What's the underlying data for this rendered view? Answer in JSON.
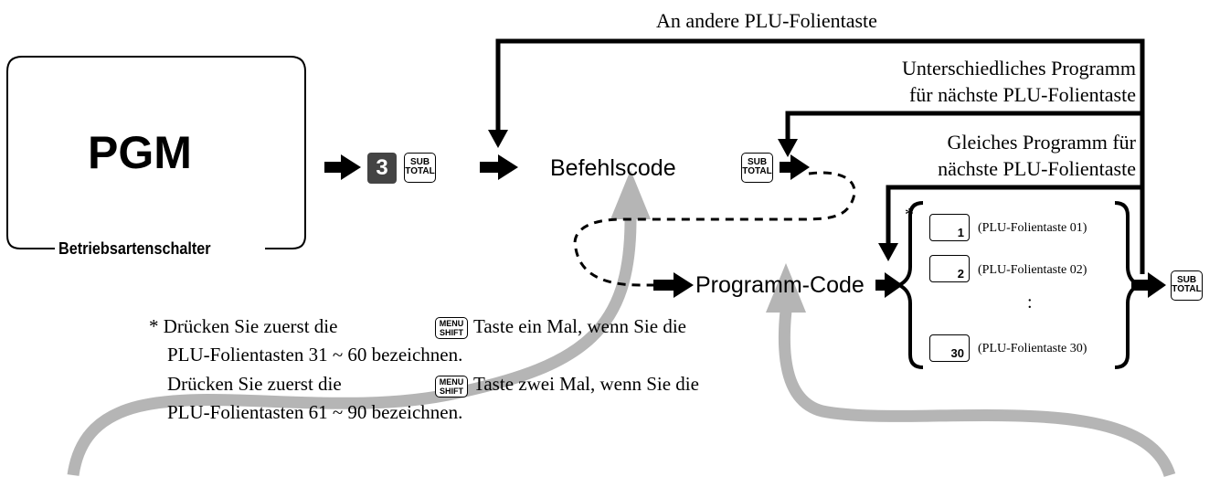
{
  "mode_switch": {
    "label": "PGM",
    "caption": "Betriebsartenschalter"
  },
  "keys": {
    "three": "3",
    "subtotal_top": "SUB",
    "subtotal_bottom": "TOTAL",
    "menu_top": "MENU",
    "menu_bottom": "SHIFT"
  },
  "labels": {
    "command_code": "Befehlscode",
    "program_code": "Programm-Code",
    "other_plu": "An andere PLU-Folientaste",
    "different_program_1": "Unterschiedliches Programm",
    "different_program_2": "für nächste PLU-Folientaste",
    "same_program_1": "Gleiches Programm für",
    "same_program_2": "nächste PLU-Folientaste"
  },
  "plu_list": {
    "asterisk": "*",
    "items": [
      {
        "key": "1",
        "label": "(PLU-Folientaste 01)"
      },
      {
        "key": "2",
        "label": "(PLU-Folientaste 02)"
      },
      {
        "key": "30",
        "label": "(PLU-Folientaste 30)"
      }
    ],
    "ellipsis": ":"
  },
  "footnote": {
    "line1_a": "* Drücken Sie zuerst die",
    "line1_b": "Taste ein Mal, wenn Sie die",
    "line2": "PLU-Folientasten 31 ~ 60 bezeichnen.",
    "line3_a": "Drücken Sie zuerst die",
    "line3_b": "Taste zwei Mal, wenn Sie die",
    "line4": "PLU-Folientasten 61 ~ 90 bezeichnen."
  }
}
